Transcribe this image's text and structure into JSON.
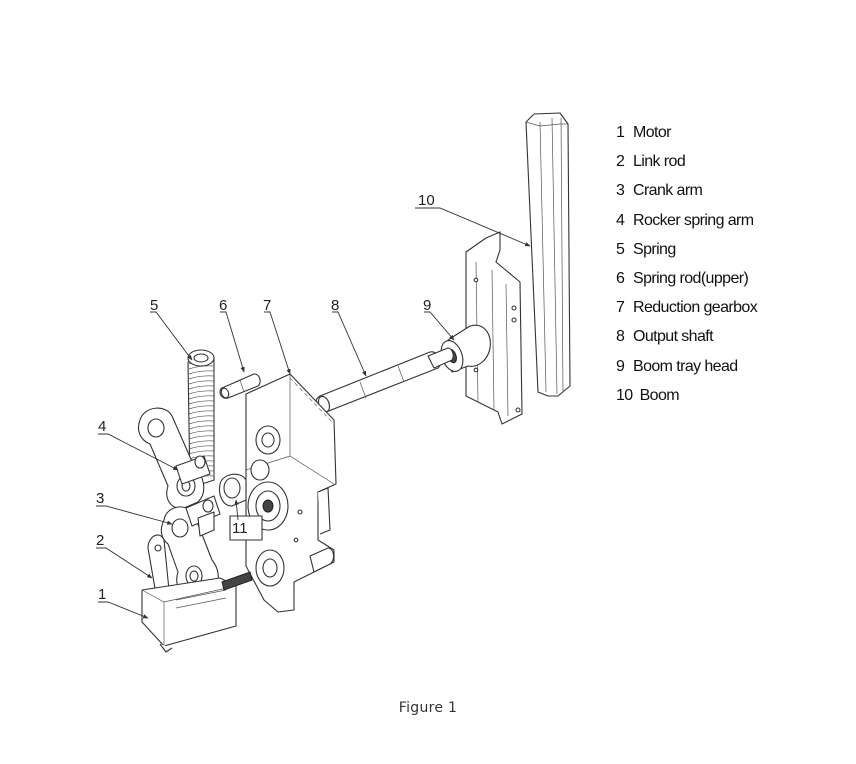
{
  "legend": {
    "items": [
      {
        "num": "1",
        "label": "Motor"
      },
      {
        "num": "2",
        "label": "Link rod"
      },
      {
        "num": "3",
        "label": "Crank arm"
      },
      {
        "num": "4",
        "label": "Rocker spring arm"
      },
      {
        "num": "5",
        "label": "Spring"
      },
      {
        "num": "6",
        "label": "Spring rod(upper)"
      },
      {
        "num": "7",
        "label": "Reduction gearbox"
      },
      {
        "num": "8",
        "label": "Output shaft"
      },
      {
        "num": "9",
        "label": "Boom tray head"
      },
      {
        "num": "10",
        "label": "Boom"
      }
    ]
  },
  "callouts": {
    "c1": "1",
    "c2": "2",
    "c3": "3",
    "c4": "4",
    "c5": "5",
    "c6": "6",
    "c7": "7",
    "c8": "8",
    "c9": "9",
    "c10": "10",
    "c11": "11"
  },
  "caption": "Figure 1",
  "colors": {
    "line": "#333333",
    "background": "#ffffff",
    "text": "#111111"
  }
}
